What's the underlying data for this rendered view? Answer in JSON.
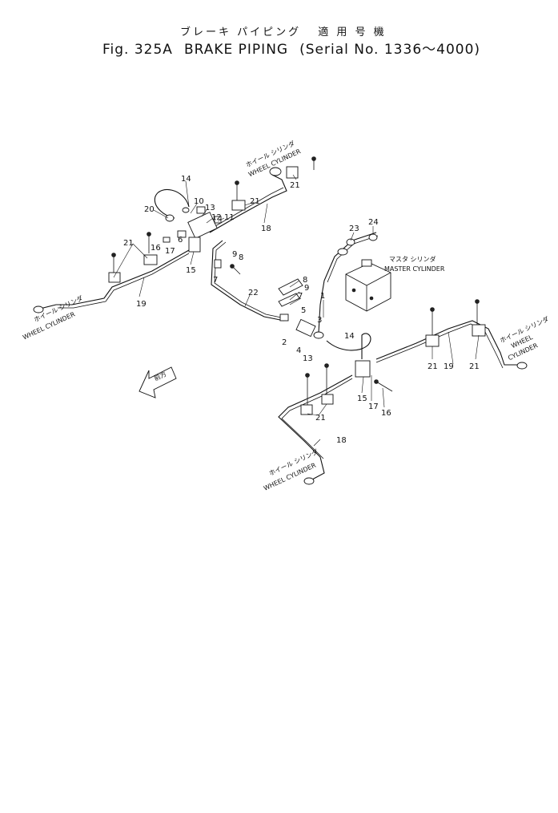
{
  "title": {
    "japanese": "ブレーキ パイピング",
    "japanese_serial": "適 用 号 機",
    "fig": "Fig. 325A",
    "name": "BRAKE PIPING",
    "serial": "Serial No. 1336～4000"
  },
  "labels": {
    "wheel_cylinder_jp": "ホイール シリンダ",
    "wheel_cylinder": "WHEEL CYLINDER",
    "wheel_cylinder_split_1": "WHEEL",
    "wheel_cylinder_split_2": "CYLINDER",
    "master_cylinder_jp": "マスタ シリンダ",
    "master_cylinder": "MASTER CYLINDER",
    "front_jp": "前方"
  },
  "callouts": {
    "c1": "1",
    "c2": "2",
    "c3": "3",
    "c4": "4",
    "c5": "5",
    "c6": "6",
    "c7": "7",
    "c8": "8",
    "c9": "9",
    "c10": "10",
    "c11": "11",
    "c12": "12",
    "c13": "13",
    "c14": "14",
    "c15": "15",
    "c16": "16",
    "c17": "17",
    "c18": "18",
    "c19": "19",
    "c20": "20",
    "c21": "21",
    "c22": "22",
    "c23": "23",
    "c24": "24"
  }
}
